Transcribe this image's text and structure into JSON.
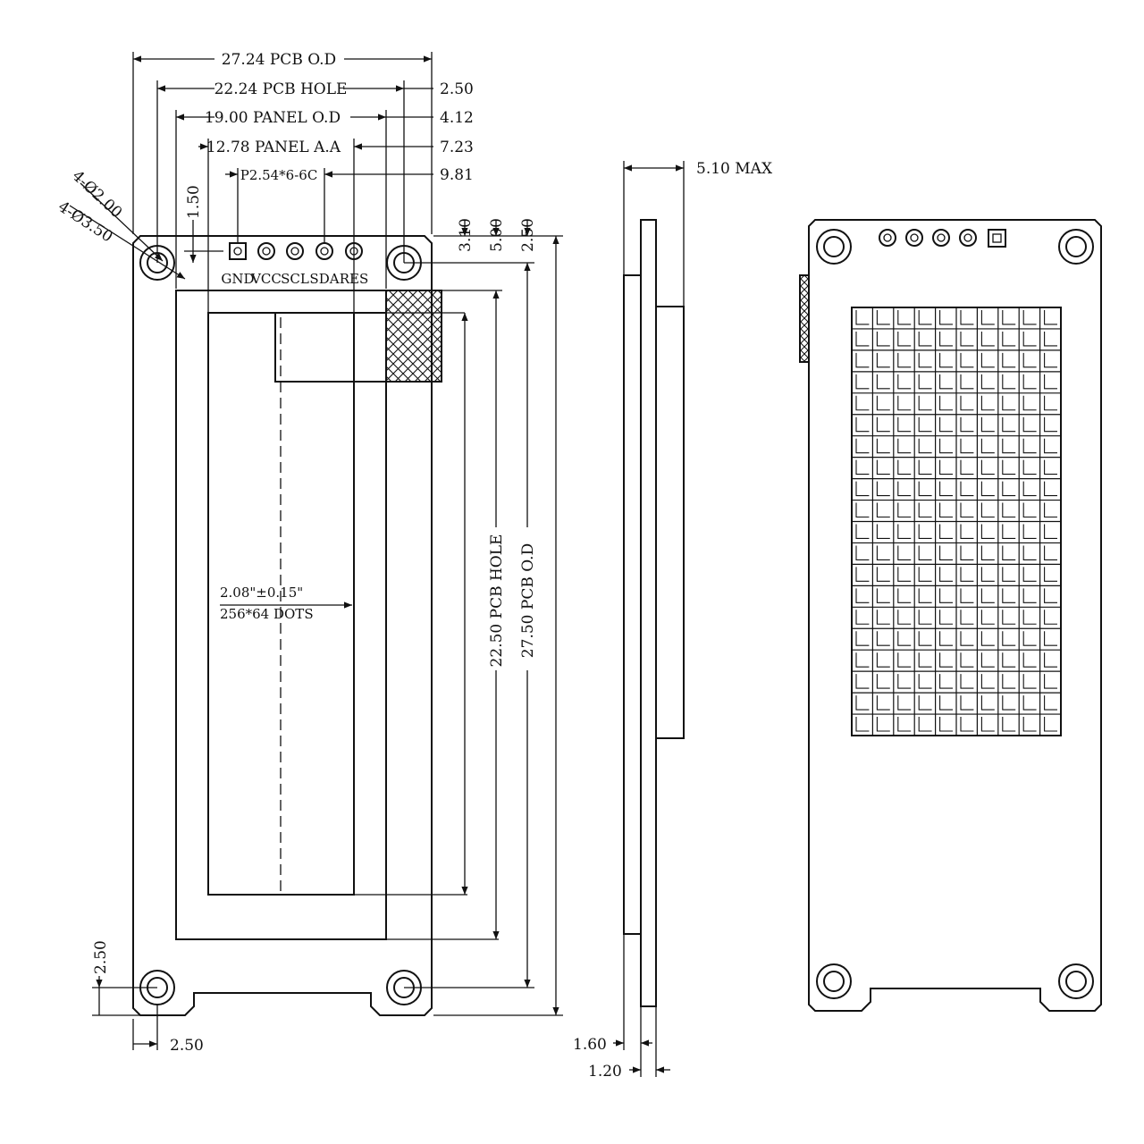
{
  "colors": {
    "ink": "#111111",
    "background": "#ffffff"
  },
  "front_view": {
    "dims_top": {
      "pcb_od": "27.24 PCB O.D",
      "pcb_hole": "22.24 PCB HOLE",
      "panel_od": "19.00 PANEL O.D",
      "panel_aa": "12.78 PANEL A.A",
      "pitch": "P2.54*6-6C"
    },
    "dims_right_offsets": [
      "2.50",
      "4.12",
      "7.23",
      "9.81"
    ],
    "dims_vertical": {
      "hole_to_pin": "1.50",
      "top_3_10": "3.10",
      "top_5_00": "5.00",
      "top_2_50": "2.50",
      "pcb_hole_h": "22.50 PCB HOLE",
      "pcb_od_h": "27.50 PCB O.D",
      "bottom_left_v": "2.50",
      "bottom_left_h": "2.50"
    },
    "hole_callouts": [
      "4-Ø2.00",
      "4-Ø3.50"
    ],
    "pins": [
      "GND",
      "VCC",
      "SCL",
      "SDA",
      "RES"
    ],
    "display_label": {
      "size": "2.08\"±0.15\"",
      "dots": "256*64 DOTS"
    }
  },
  "side_view": {
    "max_height": "5.10 MAX",
    "thickness_a": "1.60",
    "thickness_b": "1.20"
  }
}
